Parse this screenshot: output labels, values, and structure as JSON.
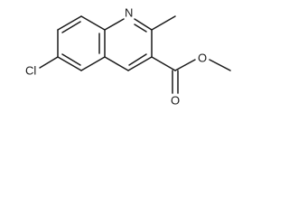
{
  "structure": {
    "atoms": {
      "ring_nitrogen": "N",
      "chloro": "Cl",
      "carbonyl_oxygen": "O",
      "ester_oxygen": "O"
    }
  },
  "colors": {
    "bond": "#1a1a1a",
    "background": "#ffffff"
  }
}
